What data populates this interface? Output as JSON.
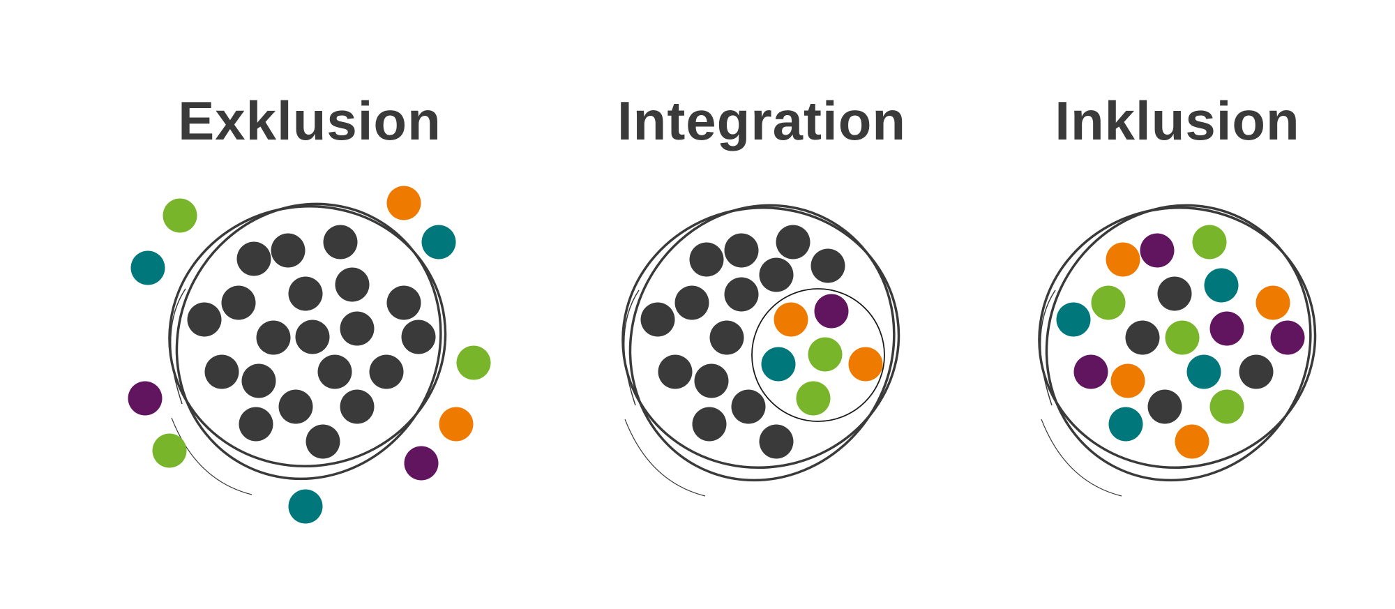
{
  "colors": {
    "dark": "#3a3a3a",
    "orange": "#ee7b00",
    "teal": "#00777a",
    "green": "#78b52a",
    "purple": "#62155f"
  },
  "panels": [
    {
      "title": "Exklusion",
      "inside": [
        "dark",
        "dark",
        "dark",
        "dark",
        "dark",
        "dark",
        "dark",
        "dark",
        "dark",
        "dark",
        "dark",
        "dark",
        "dark",
        "dark",
        "dark",
        "dark",
        "dark",
        "dark",
        "dark",
        "dark"
      ],
      "outside": [
        "green",
        "teal",
        "orange",
        "teal",
        "green",
        "purple",
        "orange",
        "green",
        "purple",
        "teal"
      ]
    },
    {
      "title": "Integration",
      "inside": [
        "dark",
        "dark",
        "dark",
        "dark",
        "dark",
        "dark",
        "dark",
        "dark",
        "dark",
        "dark",
        "dark",
        "dark",
        "dark",
        "dark"
      ],
      "subgroup": [
        "orange",
        "purple",
        "teal",
        "green",
        "orange",
        "green"
      ]
    },
    {
      "title": "Inklusion",
      "inside": [
        "orange",
        "purple",
        "green",
        "dark",
        "teal",
        "orange",
        "green",
        "teal",
        "dark",
        "green",
        "purple",
        "purple",
        "purple",
        "orange",
        "teal",
        "dark",
        "dark",
        "green",
        "teal",
        "orange"
      ]
    }
  ]
}
